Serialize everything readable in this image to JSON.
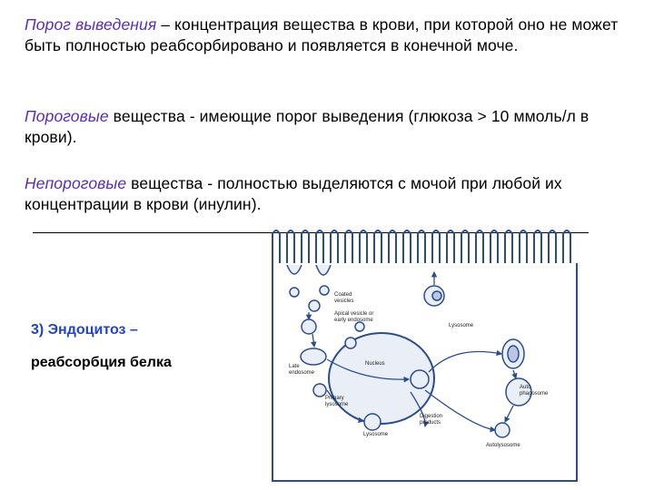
{
  "paragraphs": [
    {
      "term": "Порог выведения",
      "text": " – концентрация вещества в крови, при которой оно не может быть полностью реабсорбировано и появляется в конечной моче."
    },
    {
      "term": "Пороговые",
      "text": " вещества - имеющие порог выведения (глюкоза > 10 ммоль/л в крови)."
    },
    {
      "term": "Непороговые",
      "text": " вещества - полностью выделяются с мочой при любой их концентрации в крови (инулин)."
    }
  ],
  "section_label": "3) Эндоцитоз –",
  "section_sublabel": "реабсорбция белка",
  "diagram_labels": {
    "coated_vesicles": "Coated\nvesicles",
    "apical_vesicle": "Apical vesicle or\nearly endosome",
    "late_endosome": "Late\nendosome",
    "nucleus": "Nucleus",
    "primary_lysosome": "Primary\nlysosome",
    "lysosome": "Lysosome",
    "lysosome_top": "Lysosome",
    "auto_phagosome": "Auto\nphagosome",
    "digestion_products": "Digestion\nproducts",
    "autolysosome": "Autolysosome"
  },
  "colors": {
    "term": "#5a2db4",
    "label_blue": "#2244cc",
    "cell_line": "#2a4d8f",
    "cell_fill": "#e9eef7"
  }
}
